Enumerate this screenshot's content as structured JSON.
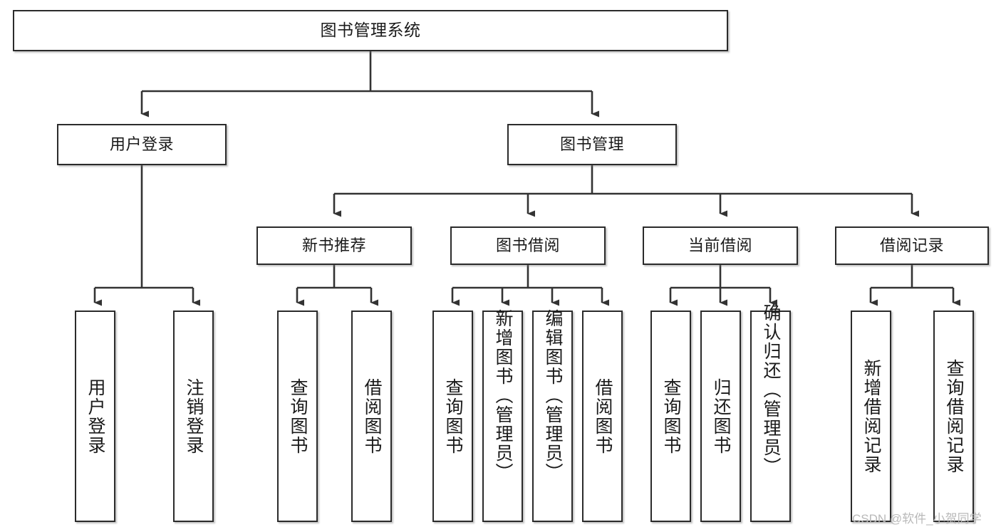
{
  "diagram": {
    "title": "图书管理系统",
    "type": "tree-hierarchy-functional-structure",
    "watermark": "CSDN @软件_小贺同学",
    "colors": {
      "box_border": "#2b2b2b",
      "box_fill": "#ffffff",
      "line": "#333333",
      "text": "#1a1a1a",
      "watermark": "#b9b9b9",
      "background": "#ffffff"
    },
    "nodes": {
      "root": {
        "label": "图书管理系统"
      },
      "level2": [
        {
          "id": "user-login",
          "label": "用户登录"
        },
        {
          "id": "book-management",
          "label": "图书管理"
        }
      ],
      "level3": [
        {
          "id": "new-book-recommend",
          "label": "新书推荐"
        },
        {
          "id": "book-borrow",
          "label": "图书借阅"
        },
        {
          "id": "current-borrow",
          "label": "当前借阅"
        },
        {
          "id": "borrow-record",
          "label": "借阅记录"
        }
      ],
      "leaves": {
        "user-login": [
          {
            "id": "leaf-user-login",
            "label": "用户登录"
          },
          {
            "id": "leaf-user-logout",
            "label": "注销登录"
          }
        ],
        "new-book-recommend": [
          {
            "id": "leaf-query-book-1",
            "label": "查询图书"
          },
          {
            "id": "leaf-borrow-book-1",
            "label": "借阅图书"
          }
        ],
        "book-borrow": [
          {
            "id": "leaf-query-book-2",
            "label": "查询图书"
          },
          {
            "id": "leaf-add-book",
            "label": "新增图书（管理员）"
          },
          {
            "id": "leaf-edit-book",
            "label": "编辑图书（管理员）"
          },
          {
            "id": "leaf-borrow-book-2",
            "label": "借阅图书"
          }
        ],
        "current-borrow": [
          {
            "id": "leaf-query-book-3",
            "label": "查询图书"
          },
          {
            "id": "leaf-return-book",
            "label": "归还图书"
          },
          {
            "id": "leaf-confirm-return",
            "label": "确认归还（管理员）"
          }
        ],
        "borrow-record": [
          {
            "id": "leaf-add-record",
            "label": "新增借阅记录"
          },
          {
            "id": "leaf-query-record",
            "label": "查询借阅记录"
          }
        ]
      }
    }
  }
}
